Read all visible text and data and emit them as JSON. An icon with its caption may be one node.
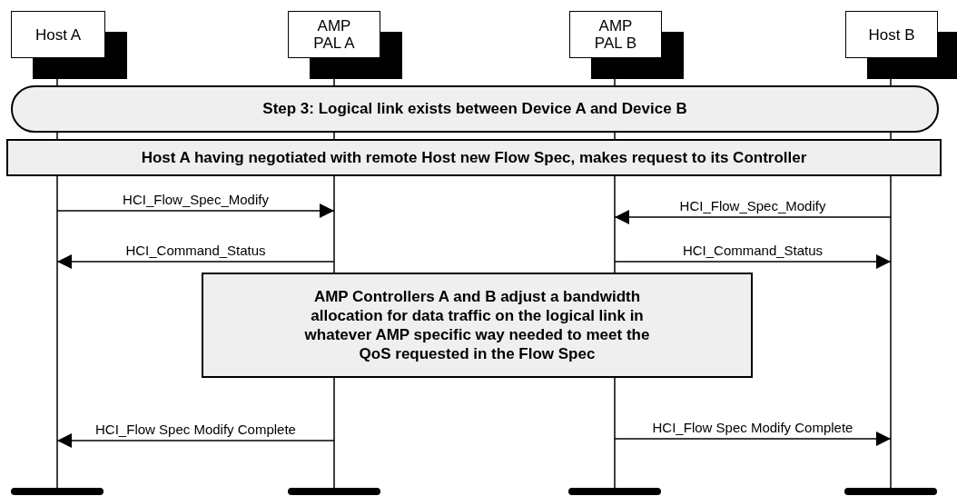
{
  "diagram": {
    "nodes": [
      {
        "text": [
          "Host A"
        ]
      },
      {
        "text": [
          "AMP PAL A"
        ]
      },
      {
        "text": [
          "AMP PAL B"
        ]
      },
      {
        "text": [
          "Host B"
        ]
      },
      {
        "text": [
          "Step 3: Logical link exists between Device A and Device B"
        ]
      },
      {
        "text": [
          "Host A having negotiated with remote Host new Flow Spec, makes request to its Controller"
        ]
      },
      {
        "text": [
          "AMP Controllers A and B adjust a bandwidth allocation for data traffic on the logical link in whatever AMP specific way needed to meet the QoS requested in the Flow Spec"
        ]
      }
    ],
    "edges": [
      {
        "from": 0,
        "to": 1,
        "arrow": "to",
        "label": "HCI_Flow_Spec_Modify"
      },
      {
        "from": 3,
        "to": 2,
        "arrow": "to",
        "label": "HCI_Flow_Spec_Modify"
      },
      {
        "from": 1,
        "to": 0,
        "arrow": "to",
        "label": "HCI_Command_Status"
      },
      {
        "from": 2,
        "to": 3,
        "arrow": "to",
        "label": "HCI_Command_Status"
      },
      {
        "from": 1,
        "to": 0,
        "arrow": "to",
        "label": "HCI_Flow Spec Modify Complete"
      },
      {
        "from": 2,
        "to": 3,
        "arrow": "to",
        "label": "HCI_Flow Spec Modify Complete"
      }
    ]
  }
}
